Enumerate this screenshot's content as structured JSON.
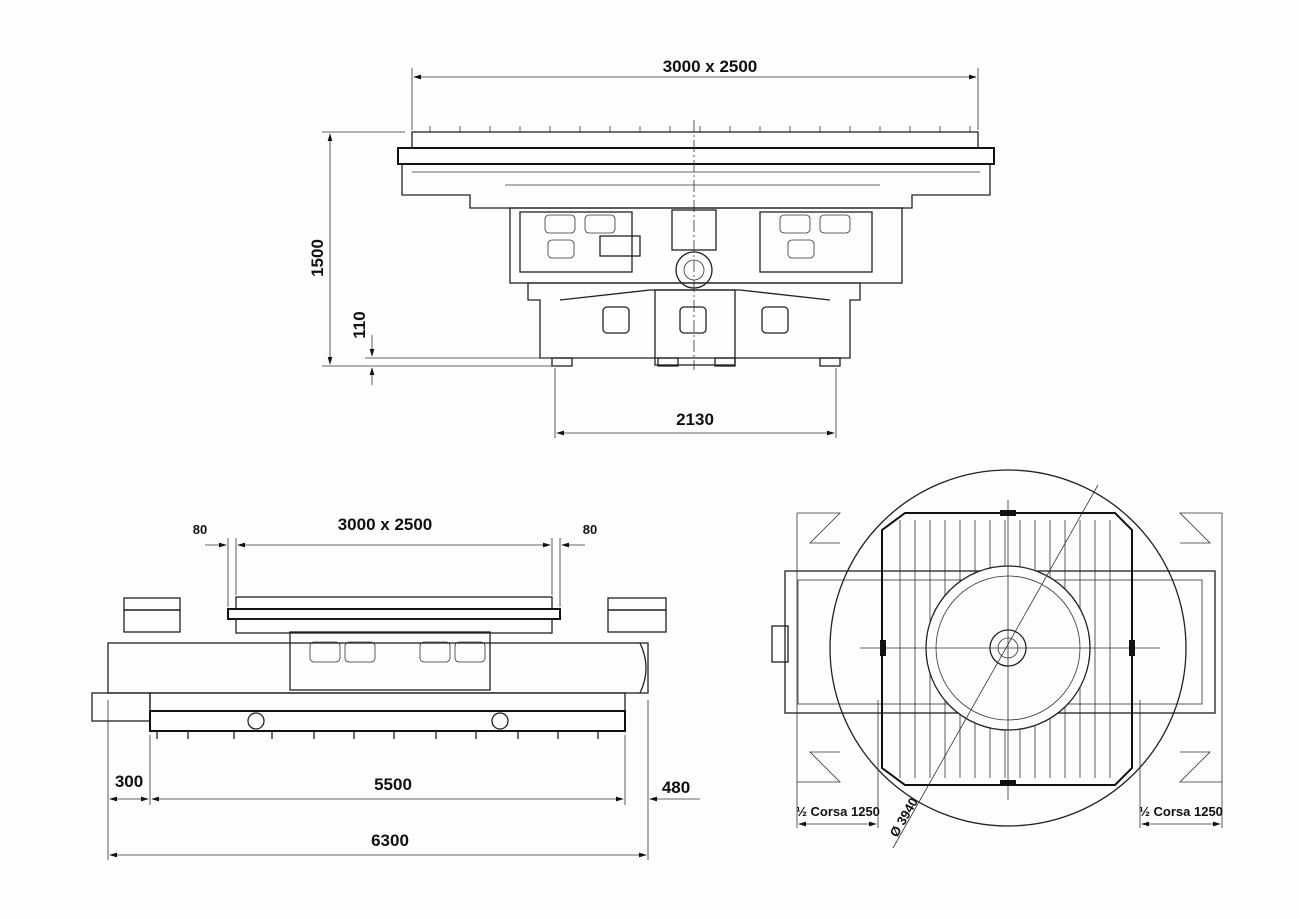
{
  "side_view": {
    "table_size": "3000 x 2500",
    "height": "1500",
    "base_height": "110",
    "base_width": "2130"
  },
  "front_view": {
    "table_size": "3000 x 2500",
    "left_overhang": "80",
    "right_overhang": "80",
    "left_offset": "300",
    "travel": "5500",
    "right_offset": "480",
    "total_length": "6300"
  },
  "top_view": {
    "left_half_stroke": "½ Corsa 1250",
    "right_half_stroke": "½ Corsa 1250",
    "swing_diameter": "Ø 3940"
  }
}
